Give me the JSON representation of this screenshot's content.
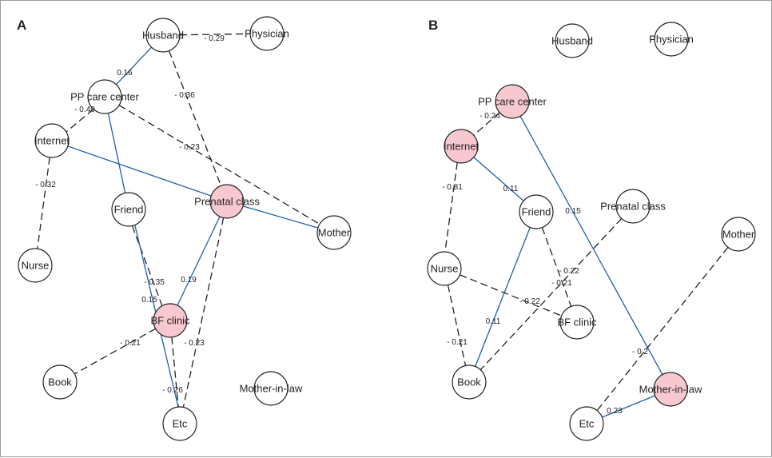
{
  "panels": [
    {
      "id": "A",
      "label": "A",
      "nodes": [
        {
          "id": "husband",
          "label": "Husband",
          "highlight": false
        },
        {
          "id": "physician",
          "label": "Physician",
          "highlight": false
        },
        {
          "id": "pp_care_center",
          "label": "PP care center",
          "highlight": false
        },
        {
          "id": "internet",
          "label": "Internet",
          "highlight": false
        },
        {
          "id": "friend",
          "label": "Friend",
          "highlight": false
        },
        {
          "id": "prenatal_class",
          "label": "Prenatal class",
          "highlight": true
        },
        {
          "id": "mother",
          "label": "Mother",
          "highlight": false
        },
        {
          "id": "nurse",
          "label": "Nurse",
          "highlight": false
        },
        {
          "id": "bf_clinic",
          "label": "BF clinic",
          "highlight": true
        },
        {
          "id": "book",
          "label": "Book",
          "highlight": false
        },
        {
          "id": "mother_in_law",
          "label": "Mother-in-law",
          "highlight": false
        },
        {
          "id": "etc",
          "label": "Etc",
          "highlight": false
        }
      ],
      "edges": [
        {
          "from": "husband",
          "to": "physician",
          "weight": "- 0.29",
          "sign": "negative"
        },
        {
          "from": "husband",
          "to": "pp_care_center",
          "weight": "0.16",
          "sign": "positive"
        },
        {
          "from": "husband",
          "to": "prenatal_class",
          "weight": "- 0.36",
          "sign": "negative"
        },
        {
          "from": "pp_care_center",
          "to": "internet",
          "weight": "- 0.40",
          "sign": "negative"
        },
        {
          "from": "pp_care_center",
          "to": "mother",
          "weight": "- 0.23",
          "sign": "negative"
        },
        {
          "from": "pp_care_center",
          "to": "friend",
          "weight": "",
          "sign": "positive"
        },
        {
          "from": "internet",
          "to": "prenatal_class",
          "weight": "",
          "sign": "positive"
        },
        {
          "from": "internet",
          "to": "nurse",
          "weight": "- 0.32",
          "sign": "negative"
        },
        {
          "from": "prenatal_class",
          "to": "mother",
          "weight": "",
          "sign": "positive"
        },
        {
          "from": "friend",
          "to": "bf_clinic",
          "weight": "- 0.35",
          "sign": "negative"
        },
        {
          "from": "friend",
          "to": "etc",
          "weight": "0.15",
          "sign": "positive"
        },
        {
          "from": "prenatal_class",
          "to": "bf_clinic",
          "weight": "0.19",
          "sign": "positive"
        },
        {
          "from": "prenatal_class",
          "to": "etc",
          "weight": "- 0.23",
          "sign": "negative"
        },
        {
          "from": "bf_clinic",
          "to": "book",
          "weight": "- 0.21",
          "sign": "negative"
        },
        {
          "from": "bf_clinic",
          "to": "etc",
          "weight": "- 0.26",
          "sign": "negative"
        }
      ]
    },
    {
      "id": "B",
      "label": "B",
      "nodes": [
        {
          "id": "husband",
          "label": "Husband",
          "highlight": false
        },
        {
          "id": "physician",
          "label": "Physician",
          "highlight": false
        },
        {
          "id": "pp_care_center",
          "label": "PP care center",
          "highlight": true
        },
        {
          "id": "internet",
          "label": "Internet",
          "highlight": true
        },
        {
          "id": "friend",
          "label": "Friend",
          "highlight": false
        },
        {
          "id": "prenatal_class",
          "label": "Prenatal class",
          "highlight": false
        },
        {
          "id": "mother",
          "label": "Mother",
          "highlight": false
        },
        {
          "id": "nurse",
          "label": "Nurse",
          "highlight": false
        },
        {
          "id": "bf_clinic",
          "label": "BF clinic",
          "highlight": false
        },
        {
          "id": "book",
          "label": "Book",
          "highlight": false
        },
        {
          "id": "mother_in_law",
          "label": "Mother-in-law",
          "highlight": true
        },
        {
          "id": "etc",
          "label": "Etc",
          "highlight": false
        }
      ],
      "edges": [
        {
          "from": "pp_care_center",
          "to": "internet",
          "weight": "- 0.24",
          "sign": "negative"
        },
        {
          "from": "pp_care_center",
          "to": "mother_in_law",
          "weight": "0.15",
          "sign": "positive"
        },
        {
          "from": "internet",
          "to": "friend",
          "weight": "0.11",
          "sign": "positive"
        },
        {
          "from": "internet",
          "to": "nurse",
          "weight": "- 0.81",
          "sign": "negative"
        },
        {
          "from": "friend",
          "to": "bf_clinic",
          "weight": "- 0.22",
          "sign": "negative"
        },
        {
          "from": "friend",
          "to": "book",
          "weight": "0.11",
          "sign": "positive"
        },
        {
          "from": "prenatal_class",
          "to": "book",
          "weight": "- 0.21",
          "sign": "negative"
        },
        {
          "from": "nurse",
          "to": "bf_clinic",
          "weight": "- 0.22",
          "sign": "negative"
        },
        {
          "from": "nurse",
          "to": "book",
          "weight": "- 0.21",
          "sign": "negative"
        },
        {
          "from": "mother",
          "to": "etc",
          "weight": "- 0.2",
          "sign": "negative"
        },
        {
          "from": "etc",
          "to": "mother_in_law",
          "weight": "0.23",
          "sign": "positive"
        }
      ]
    }
  ],
  "colors": {
    "positive_edge": "#1f5fb0",
    "negative_edge": "#222222",
    "highlight_node": "#f7c8cf",
    "node_fill": "#ffffff"
  }
}
